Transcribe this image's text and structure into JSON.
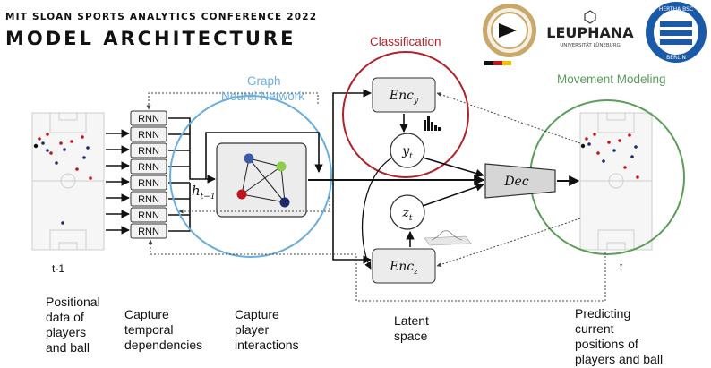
{
  "header": {
    "conference": "MIT SLOAN SPORTS ANALYTICS CONFERENCE 2022",
    "title": "MODEL ARCHITECTURE"
  },
  "logos": {
    "leuphana": "LEUPHANA",
    "leuphana_sub": "UNIVERSITÄT LÜNEBURG",
    "hertha_top": "HERTHA BSC",
    "hertha_bottom": "BERLIN"
  },
  "sections": {
    "graph_line1": "Graph",
    "graph_line2": "Neural Network",
    "classification": "Classification",
    "movement": "Movement Modeling"
  },
  "diagram": {
    "rnn": [
      "RNN",
      "RNN",
      "RNN",
      "RNN",
      "RNN",
      "RNN",
      "RNN",
      "RNN"
    ],
    "h_label": "h",
    "h_sub": "t−1",
    "enc_y": "Enc",
    "enc_y_sub": "y",
    "enc_z": "Enc",
    "enc_z_sub": "z",
    "y_node": "y",
    "z_node": "z",
    "node_sub": "t",
    "dec": "Dec",
    "t_prev": "t-1",
    "t_curr": "t"
  },
  "captions": {
    "positional": [
      "Positional",
      "data of",
      "players",
      "and ball"
    ],
    "temporal": [
      "Capture",
      "temporal",
      "dependencies"
    ],
    "interactions": [
      "Capture",
      "player",
      "interactions"
    ],
    "latent": [
      "Latent",
      "space"
    ],
    "predicting": [
      "Predicting",
      "current",
      "positions of",
      "players and ball"
    ]
  },
  "colors": {
    "graph_blue": "#6aaede",
    "class_red": "#b2222b",
    "move_green": "#5a9e5a",
    "node_blue": "#3b5aa8",
    "node_green": "#8ccc4a",
    "node_red": "#c0141e",
    "node_navy": "#1c2b6c"
  }
}
